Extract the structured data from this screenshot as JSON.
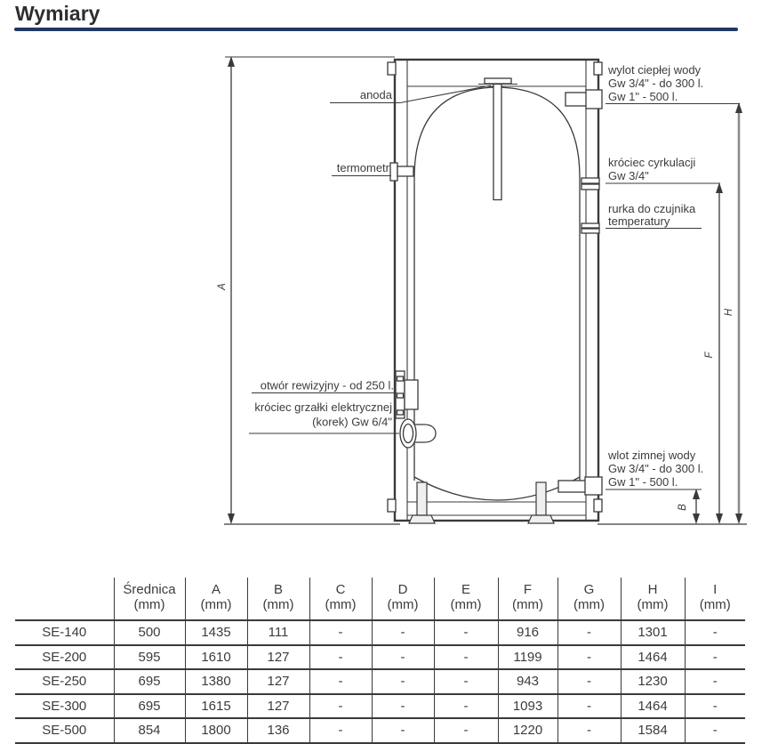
{
  "title": "Wymiary",
  "colors": {
    "accent": "#1f3864",
    "line": "#3a3a3a",
    "dim_h_line": "#8c8c8c",
    "text": "#3c3c3c"
  },
  "diagram": {
    "left_labels": {
      "anoda": "anoda",
      "termometr": "termometr",
      "otwor_rewizyjny": "otwór rewizyjny - od 250 l.",
      "grzalka_line1": "króciec grzałki elektrycznej",
      "grzalka_line2": "(korek) Gw 6/4\""
    },
    "right_labels": {
      "wylot_line1": "wylot ciepłej wody",
      "wylot_line2": "Gw 3/4\" - do 300 l.",
      "wylot_line3": "Gw 1\" - 500 l.",
      "cyrkulacja_line1": "króciec cyrkulacji",
      "cyrkulacja_line2": "Gw 3/4\"",
      "rurka_line1": "rurka do czujnika",
      "rurka_line2": "temperatury",
      "wlot_line1": "wlot zimnej wody",
      "wlot_line2": "Gw 3/4\" - do 300 l.",
      "wlot_line3": "Gw 1\" - 500 l."
    },
    "dims": {
      "a": "A",
      "b": "B",
      "f": "F",
      "h": "H"
    }
  },
  "table": {
    "headers": [
      {
        "line1": "",
        "line2": ""
      },
      {
        "line1": "Średnica",
        "line2": "(mm)"
      },
      {
        "line1": "A",
        "line2": "(mm)"
      },
      {
        "line1": "B",
        "line2": "(mm)"
      },
      {
        "line1": "C",
        "line2": "(mm)"
      },
      {
        "line1": "D",
        "line2": "(mm)"
      },
      {
        "line1": "E",
        "line2": "(mm)"
      },
      {
        "line1": "F",
        "line2": "(mm)"
      },
      {
        "line1": "G",
        "line2": "(mm)"
      },
      {
        "line1": "H",
        "line2": "(mm)"
      },
      {
        "line1": "I",
        "line2": "(mm)"
      }
    ],
    "rows": [
      {
        "model": "SE-140",
        "values": [
          "500",
          "1435",
          "111",
          "-",
          "-",
          "-",
          "916",
          "-",
          "1301",
          "-"
        ]
      },
      {
        "model": "SE-200",
        "values": [
          "595",
          "1610",
          "127",
          "-",
          "-",
          "-",
          "1199",
          "-",
          "1464",
          "-"
        ]
      },
      {
        "model": "SE-250",
        "values": [
          "695",
          "1380",
          "127",
          "-",
          "-",
          "-",
          "943",
          "-",
          "1230",
          "-"
        ]
      },
      {
        "model": "SE-300",
        "values": [
          "695",
          "1615",
          "127",
          "-",
          "-",
          "-",
          "1093",
          "-",
          "1464",
          "-"
        ]
      },
      {
        "model": "SE-500",
        "values": [
          "854",
          "1800",
          "136",
          "-",
          "-",
          "-",
          "1220",
          "-",
          "1584",
          "-"
        ]
      }
    ]
  }
}
